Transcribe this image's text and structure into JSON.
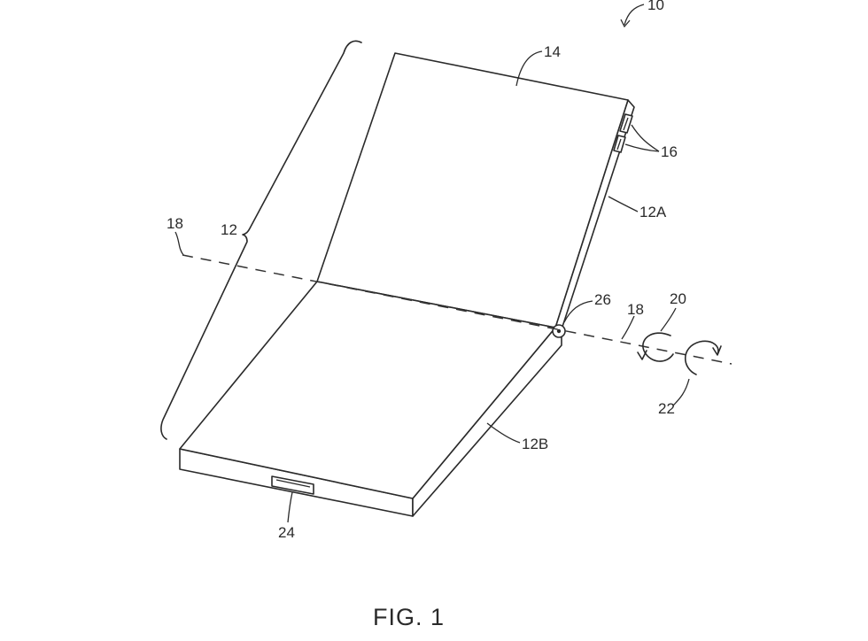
{
  "labels": {
    "device": "10",
    "display": "14",
    "buttons": "16",
    "fold_axis_left": "18",
    "fold_axis_right": "18",
    "housing": "12",
    "upper_housing": "12A",
    "lower_housing": "12B",
    "hinge": "26",
    "rotation_a": "20",
    "rotation_b": "22",
    "port": "24"
  },
  "caption": "FIG. 1",
  "colors": {
    "line": "#2a2a2a",
    "background": "#ffffff"
  }
}
